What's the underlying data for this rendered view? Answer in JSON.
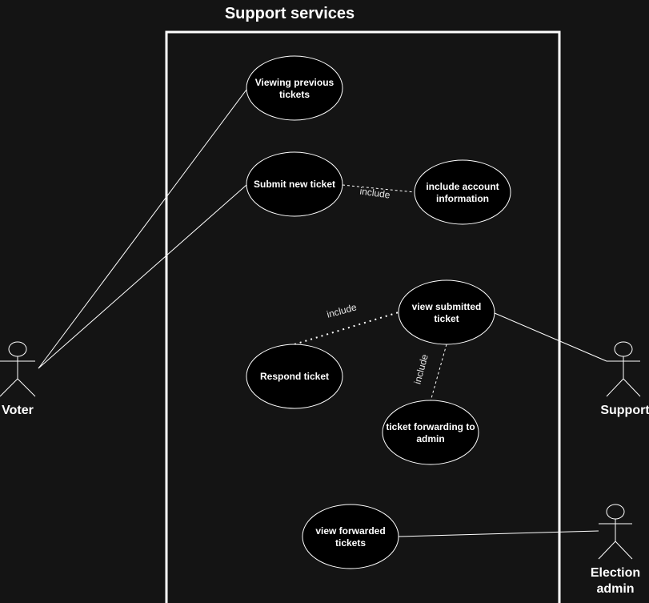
{
  "diagram": {
    "title": "Support services",
    "use_cases": {
      "viewing_previous_tickets": [
        "Viewing previous",
        "tickets"
      ],
      "submit_new_ticket": [
        "Submit new ticket"
      ],
      "include_account_information": [
        "include account",
        "information"
      ],
      "view_submitted_ticket": [
        "view submitted",
        "ticket"
      ],
      "respond_ticket": [
        "Respond ticket"
      ],
      "ticket_forwarding_to_admin": [
        "ticket forwarding to",
        "admin"
      ],
      "view_forwarded_tickets": [
        "view forwarded",
        "tickets"
      ]
    },
    "actors": {
      "voter": [
        "Voter"
      ],
      "support": [
        "Support"
      ],
      "election_admin": [
        "Election",
        "admin"
      ]
    },
    "relations": {
      "submit_include_account": "include",
      "respond_include_view": "include",
      "view_include_forwarding": "include"
    },
    "colors": {
      "background": "#141414",
      "foreground": "#ffffff",
      "shape_fill": "#000000"
    }
  }
}
